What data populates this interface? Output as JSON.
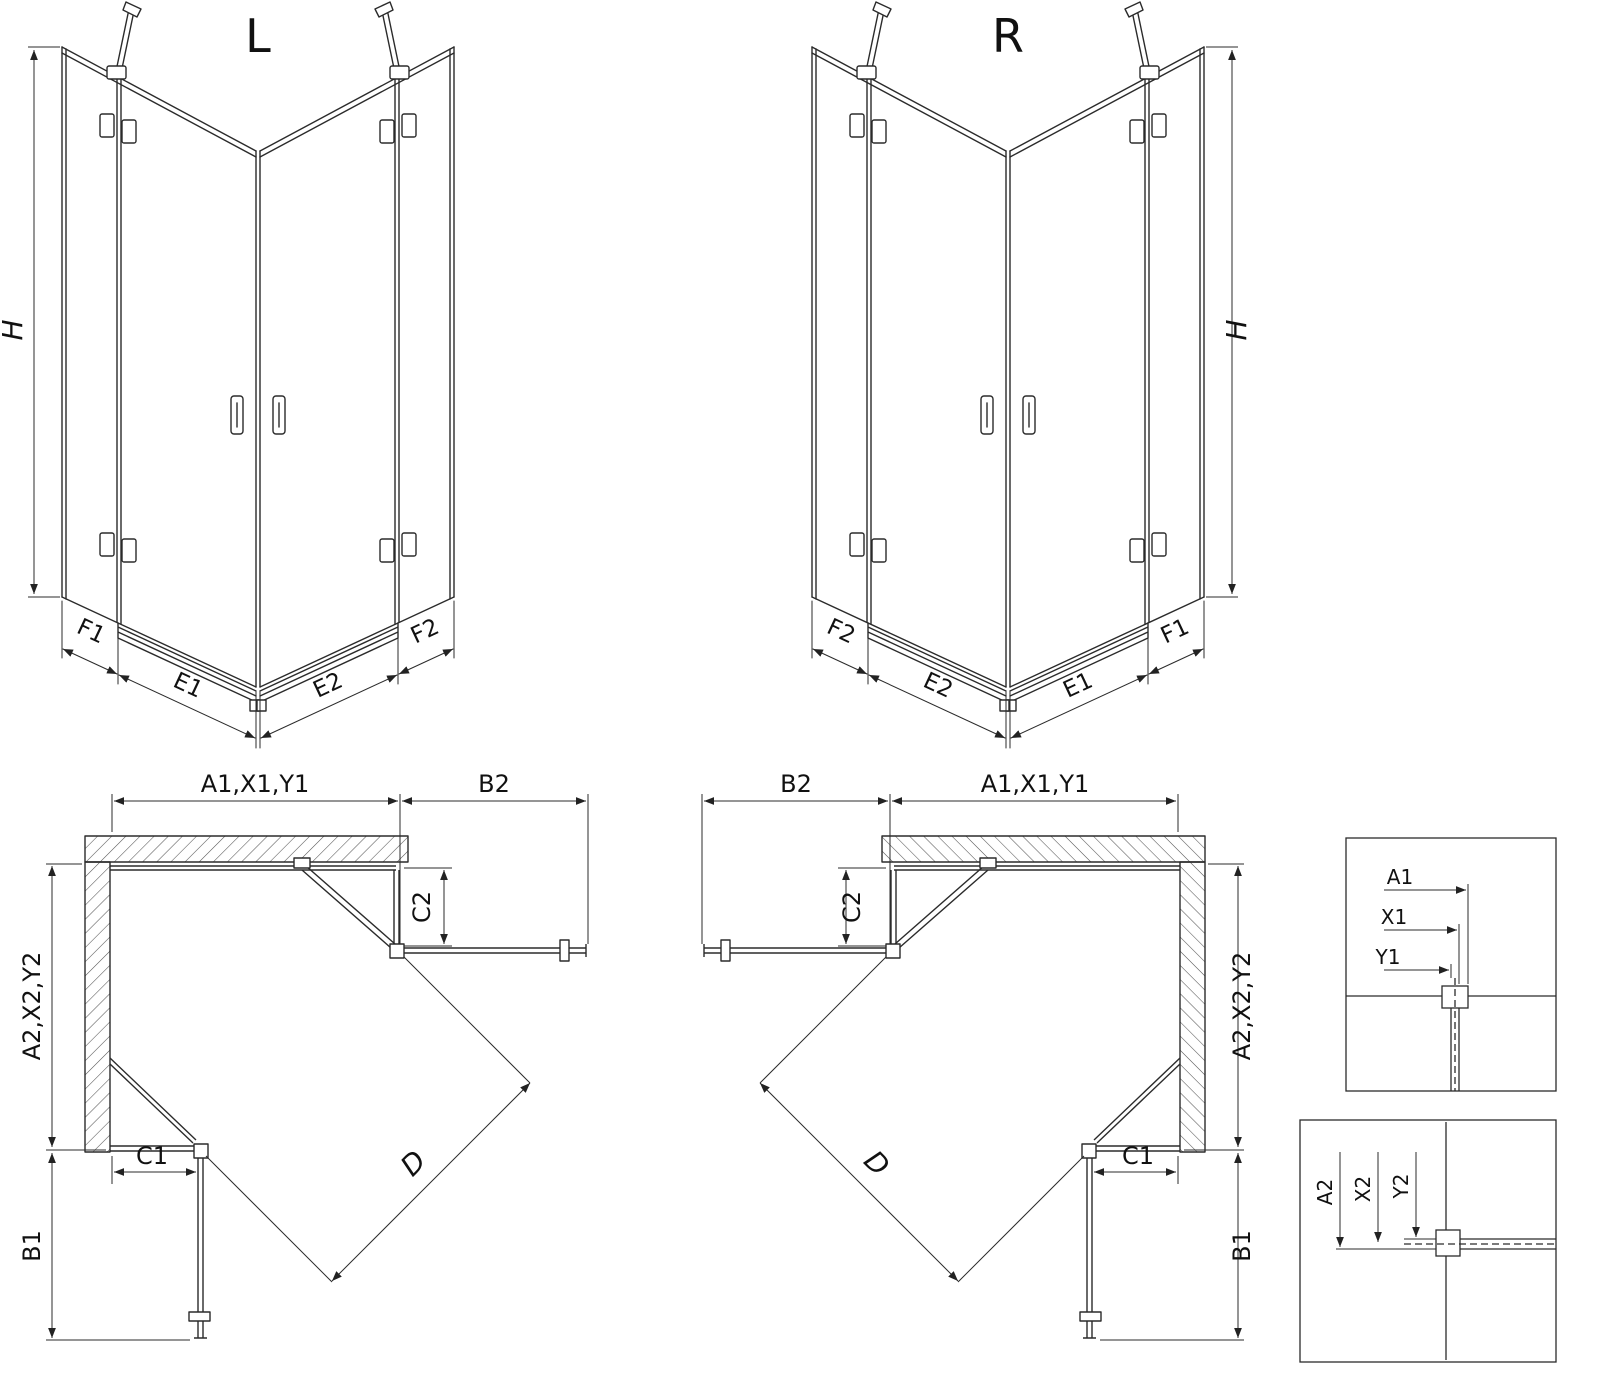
{
  "colors": {
    "line": "#2b2b2b",
    "background": "#ffffff"
  },
  "iso_left": {
    "title": "L",
    "h": "H",
    "f1": "F1",
    "e1": "E1",
    "e2": "E2",
    "f2": "F2"
  },
  "iso_right": {
    "title": "R",
    "h": "H",
    "f2": "F2",
    "e2": "E2",
    "e1": "E1",
    "f1": "F1"
  },
  "plan_left": {
    "a1": "A1,X1,Y1",
    "b2": "B2",
    "c2": "C2",
    "a2": "A2,X2,Y2",
    "c1": "C1",
    "b1": "B1",
    "d": "D"
  },
  "plan_right": {
    "b2": "B2",
    "a1": "A1,X1,Y1",
    "c2": "C2",
    "a2": "A2,X2,Y2",
    "c1": "C1",
    "b1": "B1",
    "d": "D"
  },
  "detail_top": {
    "a1": "A1",
    "x1": "X1",
    "y1": "Y1"
  },
  "detail_bottom": {
    "a2": "A2",
    "x2": "X2",
    "y2": "Y2"
  }
}
